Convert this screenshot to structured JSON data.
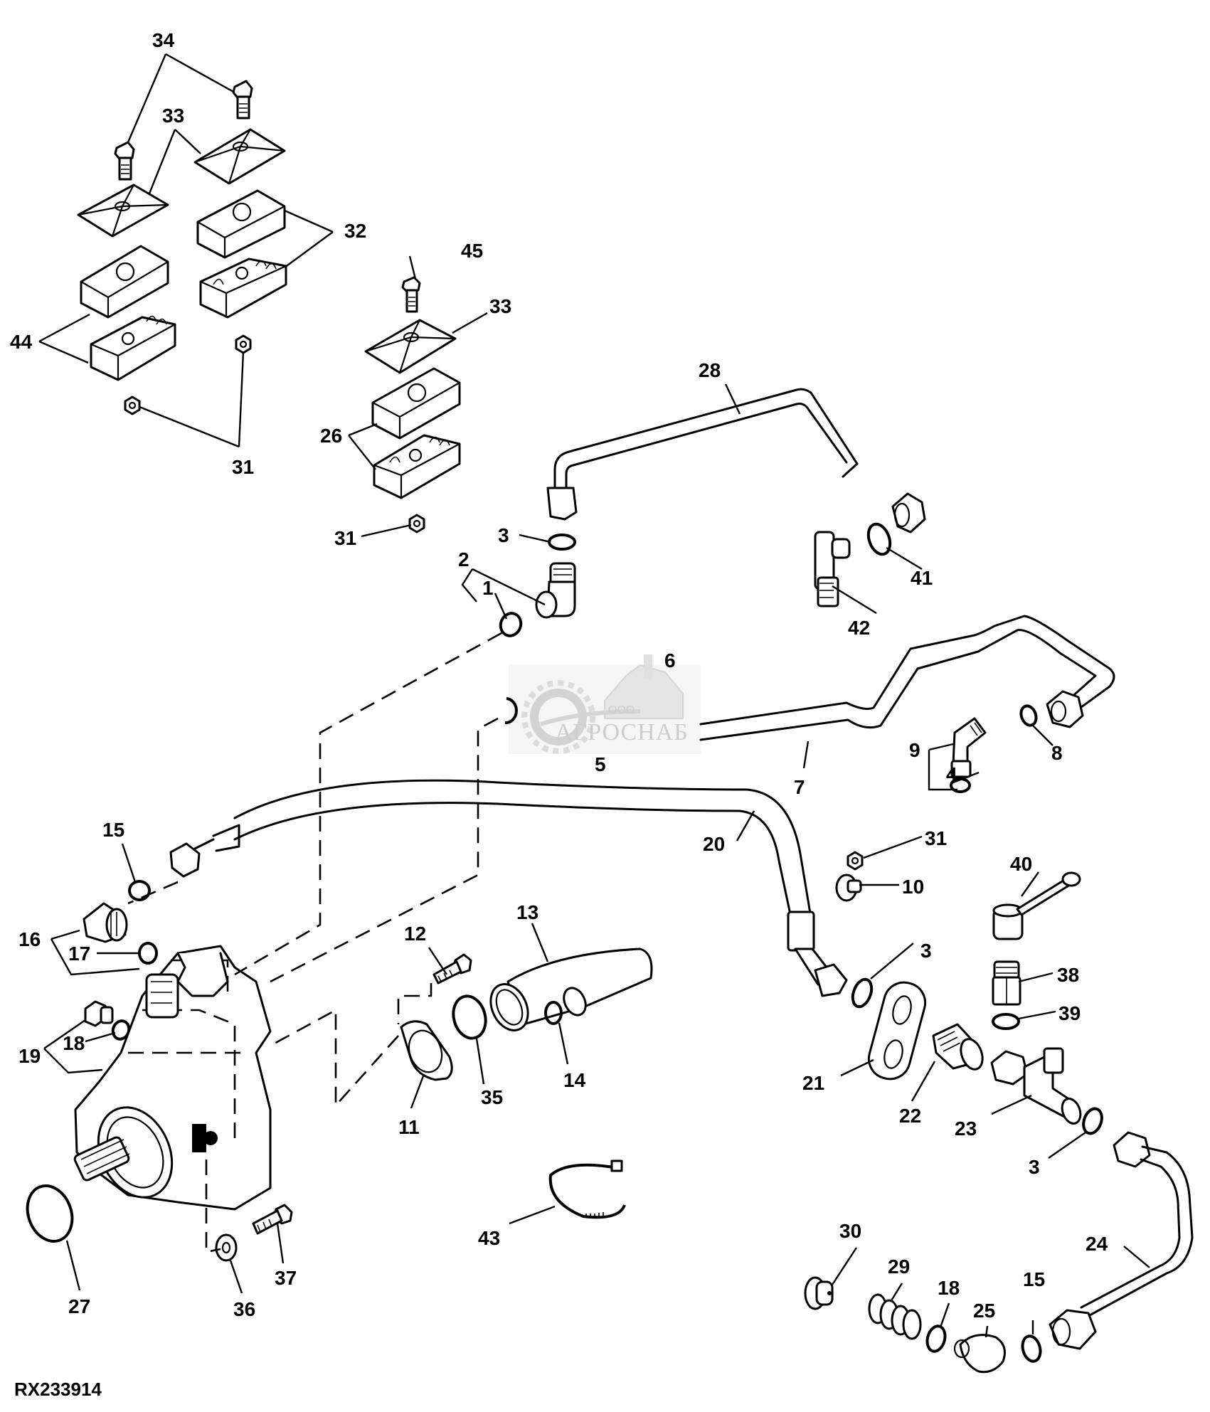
{
  "figure": {
    "id": "RX233914",
    "type": "exploded parts diagram",
    "subject": "Hydraulic pump, lines and fittings"
  },
  "watermark": {
    "prefix": "ООО",
    "name": "АГРОСНАБ",
    "color": "#c8c8c8"
  },
  "callouts": [
    {
      "label": "34"
    },
    {
      "label": "33"
    },
    {
      "label": "32"
    },
    {
      "label": "44"
    },
    {
      "label": "31"
    },
    {
      "label": "45"
    },
    {
      "label": "33"
    },
    {
      "label": "26"
    },
    {
      "label": "31"
    },
    {
      "label": "28"
    },
    {
      "label": "3"
    },
    {
      "label": "2"
    },
    {
      "label": "1"
    },
    {
      "label": "41"
    },
    {
      "label": "42"
    },
    {
      "label": "6"
    },
    {
      "label": "5"
    },
    {
      "label": "7"
    },
    {
      "label": "8"
    },
    {
      "label": "9"
    },
    {
      "label": "4"
    },
    {
      "label": "15"
    },
    {
      "label": "16"
    },
    {
      "label": "17"
    },
    {
      "label": "18"
    },
    {
      "label": "19"
    },
    {
      "label": "20"
    },
    {
      "label": "31"
    },
    {
      "label": "10"
    },
    {
      "label": "40"
    },
    {
      "label": "12"
    },
    {
      "label": "13"
    },
    {
      "label": "11"
    },
    {
      "label": "35"
    },
    {
      "label": "14"
    },
    {
      "label": "3"
    },
    {
      "label": "38"
    },
    {
      "label": "39"
    },
    {
      "label": "21"
    },
    {
      "label": "22"
    },
    {
      "label": "23"
    },
    {
      "label": "3"
    },
    {
      "label": "24"
    },
    {
      "label": "27"
    },
    {
      "label": "36"
    },
    {
      "label": "37"
    },
    {
      "label": "43"
    },
    {
      "label": "30"
    },
    {
      "label": "29"
    },
    {
      "label": "18"
    },
    {
      "label": "25"
    },
    {
      "label": "15"
    }
  ]
}
